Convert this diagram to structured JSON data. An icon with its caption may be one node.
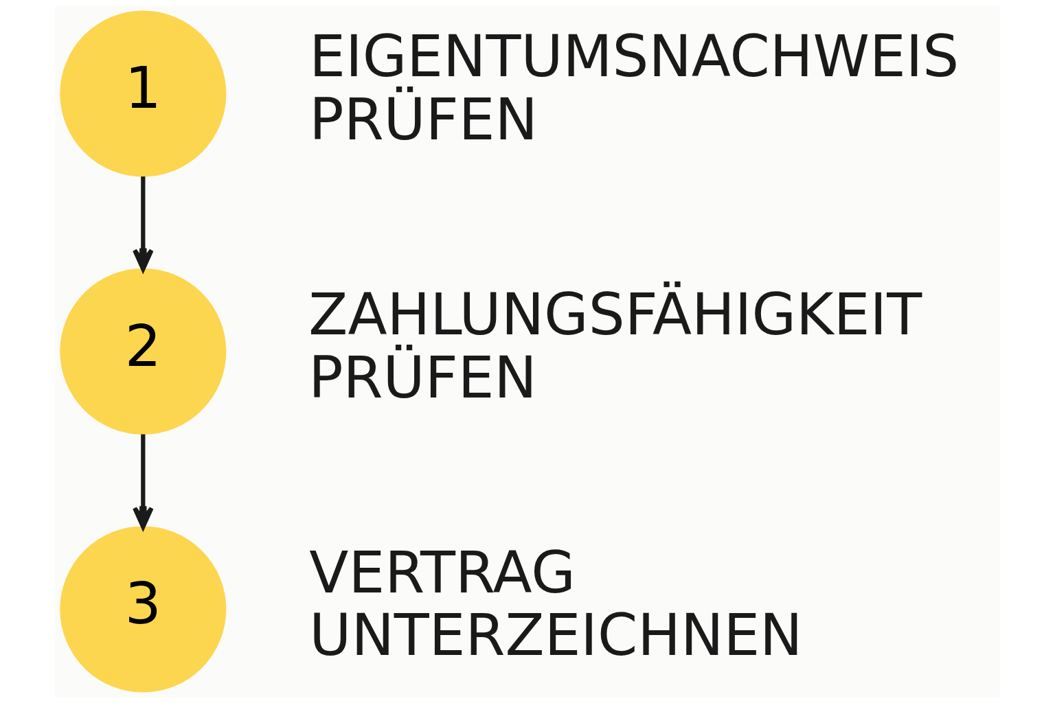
{
  "diagram": {
    "nodes": [
      {
        "text": [
          "1"
        ],
        "beside": [
          "EIGENTUMSNACHWEIS PRÜFEN"
        ]
      },
      {
        "text": [
          "2"
        ],
        "beside": [
          "ZAHLUNGSFÄHIGKEIT PRÜFEN"
        ]
      },
      {
        "text": [
          "3"
        ],
        "beside": [
          "VERTRAG UNTERZEICHNEN"
        ]
      }
    ],
    "edges": [
      {
        "from": 0,
        "to": 1,
        "arrow": "to"
      },
      {
        "from": 1,
        "to": 2,
        "arrow": "to"
      }
    ]
  }
}
